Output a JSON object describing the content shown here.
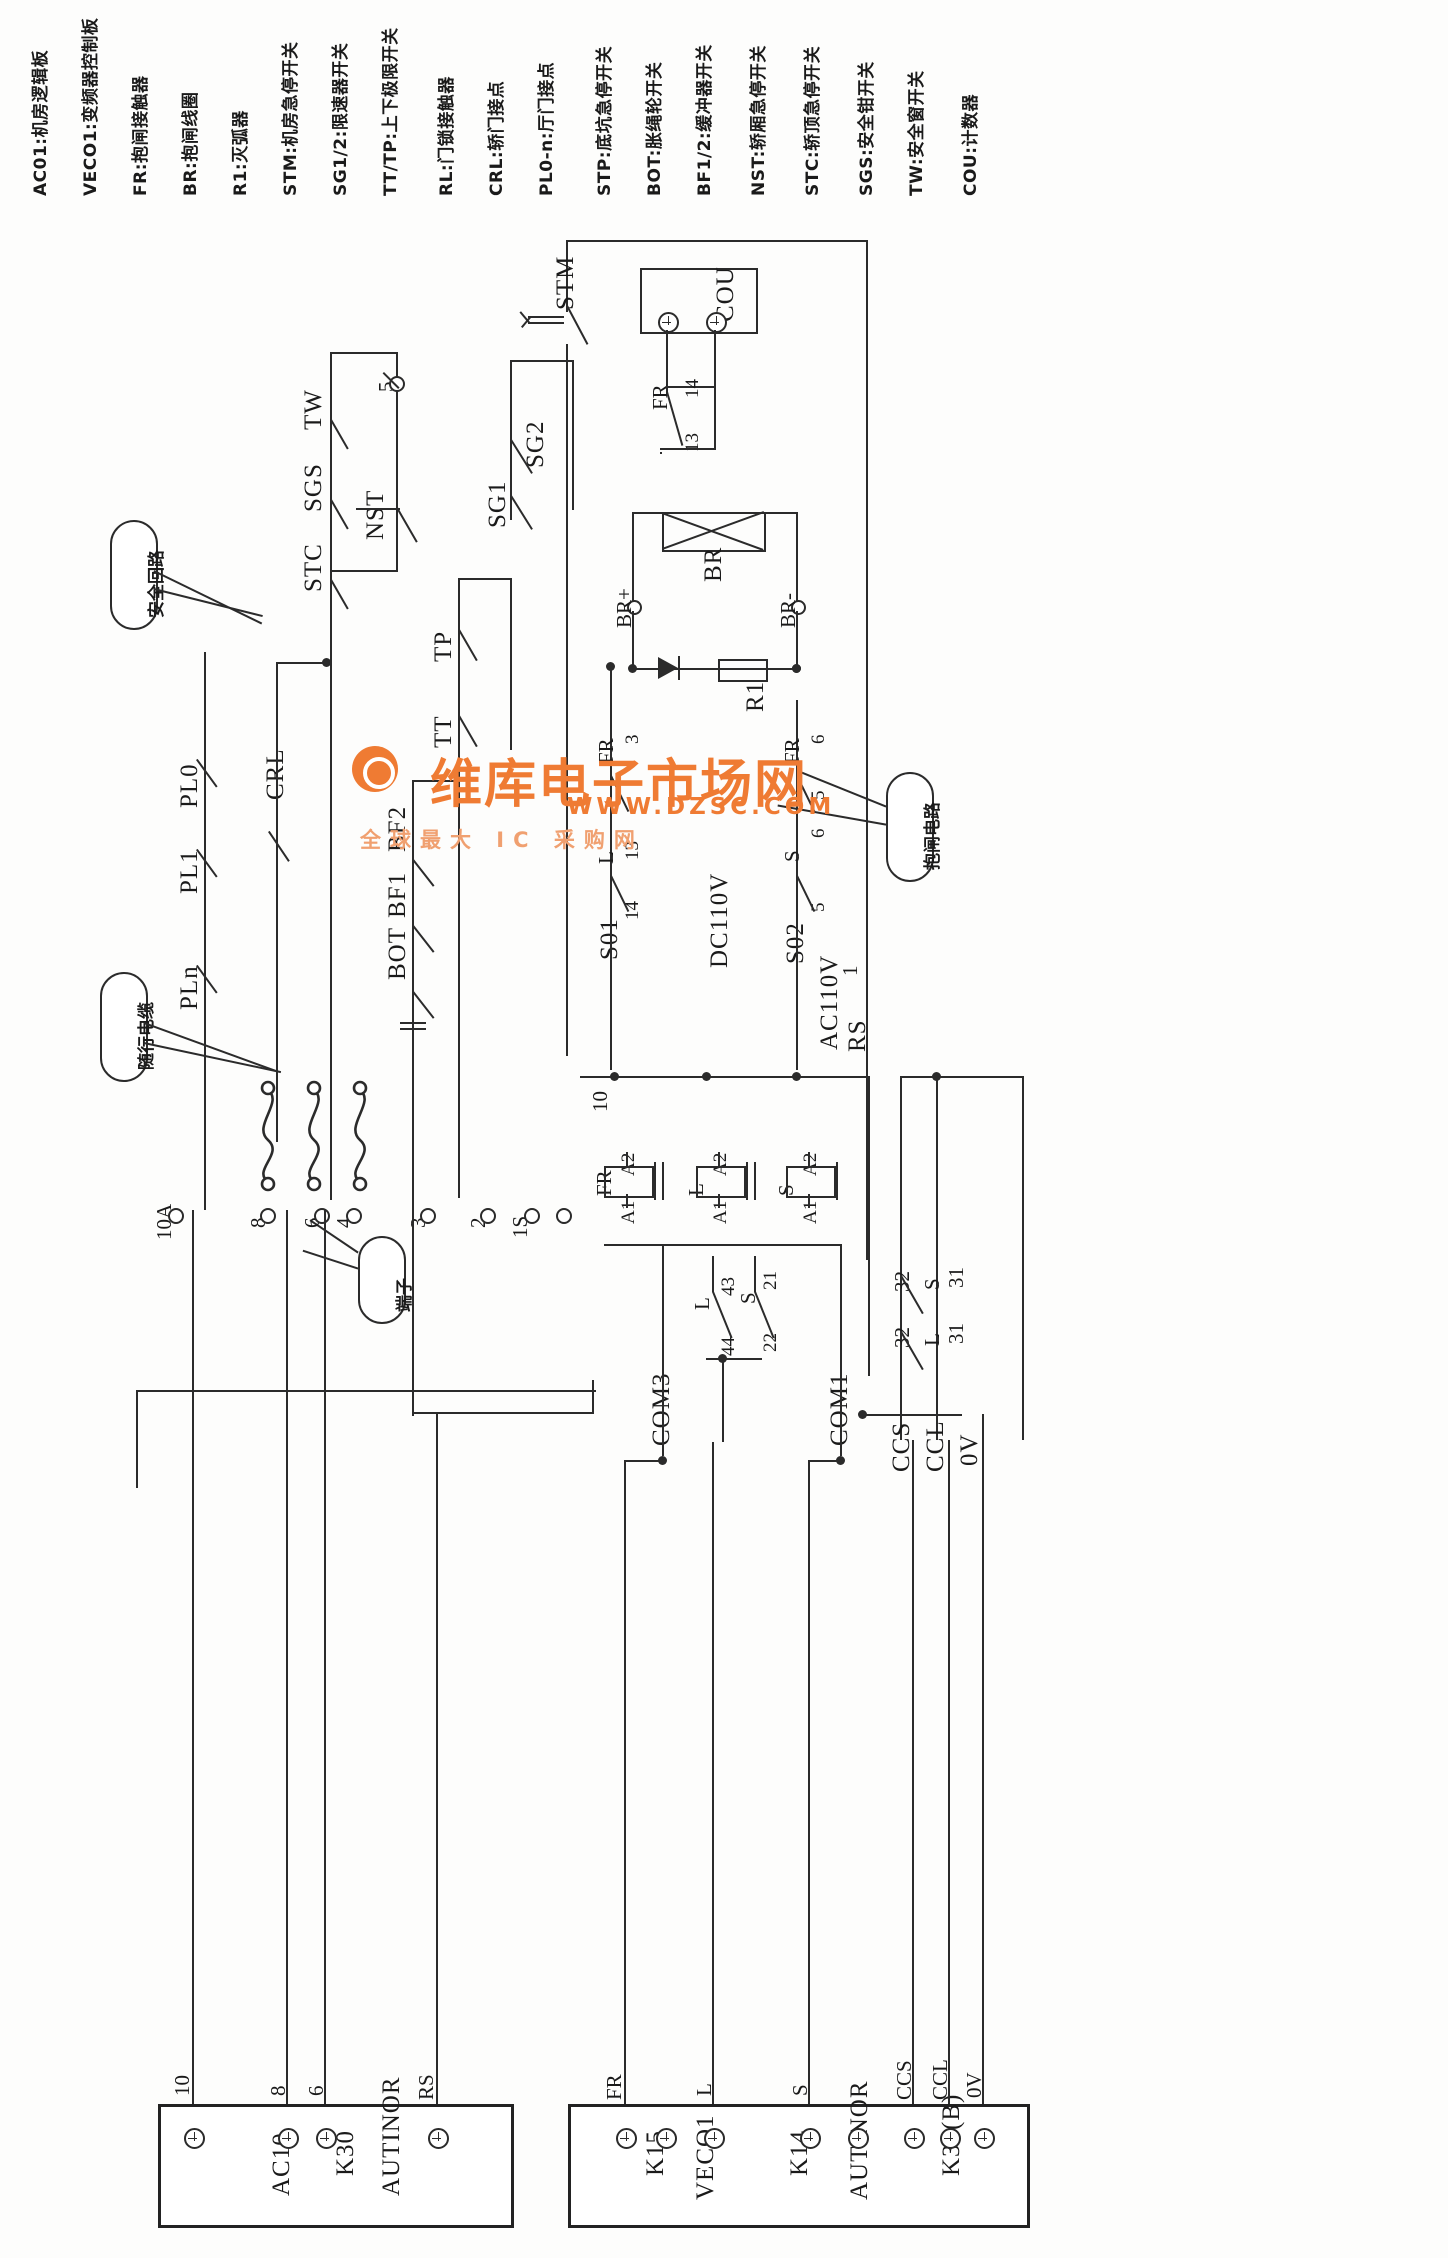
{
  "legend": {
    "items": [
      {
        "code": "AC01",
        "desc": "机房逻辑板",
        "full": "AC01:机房逻辑板"
      },
      {
        "code": "VECO1",
        "desc": "变频器控制板",
        "full": "VECO1:变频器控制板"
      },
      {
        "code": "FR",
        "desc": "抱闸接触器",
        "full": "FR:抱闸接触器"
      },
      {
        "code": "BR",
        "desc": "抱闸线圈",
        "full": "BR:抱闸线圈"
      },
      {
        "code": "R1",
        "desc": "灭弧器",
        "full": "R1:灭弧器"
      },
      {
        "code": "STM",
        "desc": "机房急停开关",
        "full": "STM:机房急停开关"
      },
      {
        "code": "SG1/2",
        "desc": "限速器开关",
        "full": "SG1/2:限速器开关"
      },
      {
        "code": "TT/TP",
        "desc": "上下极限开关",
        "full": "TT/TP:上下极限开关"
      },
      {
        "code": "RL",
        "desc": "门锁接触器",
        "full": "RL:门锁接触器"
      },
      {
        "code": "CRL",
        "desc": "轿门接点",
        "full": "CRL:轿门接点"
      },
      {
        "code": "PL0-n",
        "desc": "厅门接点",
        "full": "PL0-n:厅门接点"
      },
      {
        "code": "STP",
        "desc": "底坑急停开关",
        "full": "STP:底坑急停开关"
      },
      {
        "code": "BOT",
        "desc": "胀绳轮开关",
        "full": "BOT:胀绳轮开关"
      },
      {
        "code": "BF1/2",
        "desc": "缓冲器开关",
        "full": "BF1/2:缓冲器开关"
      },
      {
        "code": "NST",
        "desc": "轿厢急停开关",
        "full": "NST:轿厢急停开关"
      },
      {
        "code": "STC",
        "desc": "轿顶急停开关",
        "full": "STC:轿顶急停开关"
      },
      {
        "code": "SGS",
        "desc": "安全钳开关",
        "full": "SGS:安全钳开关"
      },
      {
        "code": "TW",
        "desc": "安全窗开关",
        "full": "TW:安全窗开关"
      },
      {
        "code": "COU",
        "desc": "计数器",
        "full": "COU:计数器"
      }
    ]
  },
  "callouts": {
    "safety_circuit": "安全回路",
    "traveling_cable": "随行电缆",
    "terminal": "端子",
    "brake_circuit": "抱闸电路"
  },
  "watermark": {
    "brand": "维库电子市场网",
    "url": "WWW.DZSC.COM",
    "tagline": "全球最大 IC 采购网"
  },
  "devices": {
    "counter": "COU",
    "brake_coil": "BR",
    "arc_suppressor": "R1",
    "brake_plus": "BR+",
    "brake_minus": "BR-"
  },
  "switches": {
    "stm": "STM",
    "tw": "TW",
    "sgs": "SGS",
    "stc": "STC",
    "nst": "NST",
    "sg1": "SG1",
    "sg2": "SG2",
    "tt": "TT",
    "tp": "TP",
    "crl": "CRL",
    "pl0": "PL0",
    "pl1": "PL1",
    "pln": "PLn",
    "bot": "BOT",
    "bf1": "BF1",
    "bf2": "BF2"
  },
  "nets": {
    "s01": "S01",
    "s02": "S02",
    "rs": "RS",
    "dc110v": "DC110V",
    "ac110v": "AC110V",
    "com1": "COM1",
    "com3": "COM3",
    "ccs": "CCS",
    "ccl": "CCL",
    "v0": "0V"
  },
  "pins": {
    "fr_top": "FR",
    "fr_13": "13",
    "fr_14": "14",
    "n5": "5",
    "n4": "4",
    "n3": "3",
    "n2": "2",
    "n1": "1",
    "n6": "6",
    "n8": "8",
    "n10": "10",
    "n10A": "10A",
    "n1S": "1S",
    "l_13": "13",
    "l_14": "14",
    "l_lab": "L",
    "fr_lab": "FR",
    "s_lab": "S",
    "fr_3": "3",
    "fr_6": "6",
    "s_5a": "5",
    "s_5b": "5",
    "s_6": "6",
    "a1": "A1",
    "a2": "A2",
    "l_43": "43",
    "l_44": "44",
    "s_21": "21",
    "s_22": "22",
    "n32a": "32",
    "n31a": "31",
    "n32b": "32",
    "n31b": "31",
    "s_mid": "S",
    "l_mid": "L"
  },
  "terminal_blocks": [
    {
      "name": "AC10",
      "connector": "K30",
      "brand": "AUTINOR",
      "pins": [
        "10",
        "8",
        "6",
        "RS"
      ]
    },
    {
      "name": "VECO1",
      "connector_left": "K15",
      "connector_mid": "K14",
      "connector_right": "K30(B)",
      "brand": "AUTINOR",
      "pins": [
        "FR",
        "L",
        "S",
        "CCS",
        "CCL",
        "0V"
      ]
    }
  ]
}
